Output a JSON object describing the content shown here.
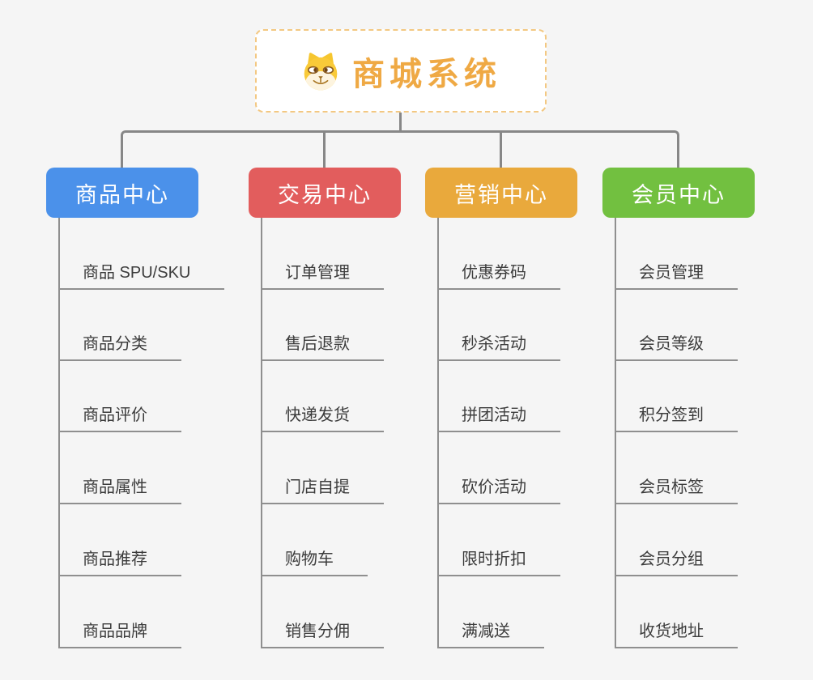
{
  "root": {
    "title": "商城系统",
    "icon": "doge-face-icon"
  },
  "branches": [
    {
      "label": "商品中心",
      "color": "#4b91ea",
      "children": [
        "商品 SPU/SKU",
        "商品分类",
        "商品评价",
        "商品属性",
        "商品推荐",
        "商品品牌"
      ]
    },
    {
      "label": "交易中心",
      "color": "#e25d5d",
      "children": [
        "订单管理",
        "售后退款",
        "快递发货",
        "门店自提",
        "购物车",
        "销售分佣"
      ]
    },
    {
      "label": "营销中心",
      "color": "#e9a93c",
      "children": [
        "优惠券码",
        "秒杀活动",
        "拼团活动",
        "砍价活动",
        "限时折扣",
        "满减送"
      ]
    },
    {
      "label": "会员中心",
      "color": "#72c040",
      "children": [
        "会员管理",
        "会员等级",
        "积分签到",
        "会员标签",
        "会员分组",
        "收货地址"
      ]
    }
  ],
  "colors": {
    "background": "#f5f5f5",
    "connector": "#878787",
    "underline": "#8f8f8f",
    "root_accent": "#efa944",
    "root_border": "#f3c882",
    "leaf_text": "#3c3c3c",
    "branch_blue": "#4b91ea",
    "branch_red": "#e25d5d",
    "branch_orange": "#e9a93c",
    "branch_green": "#72c040"
  }
}
